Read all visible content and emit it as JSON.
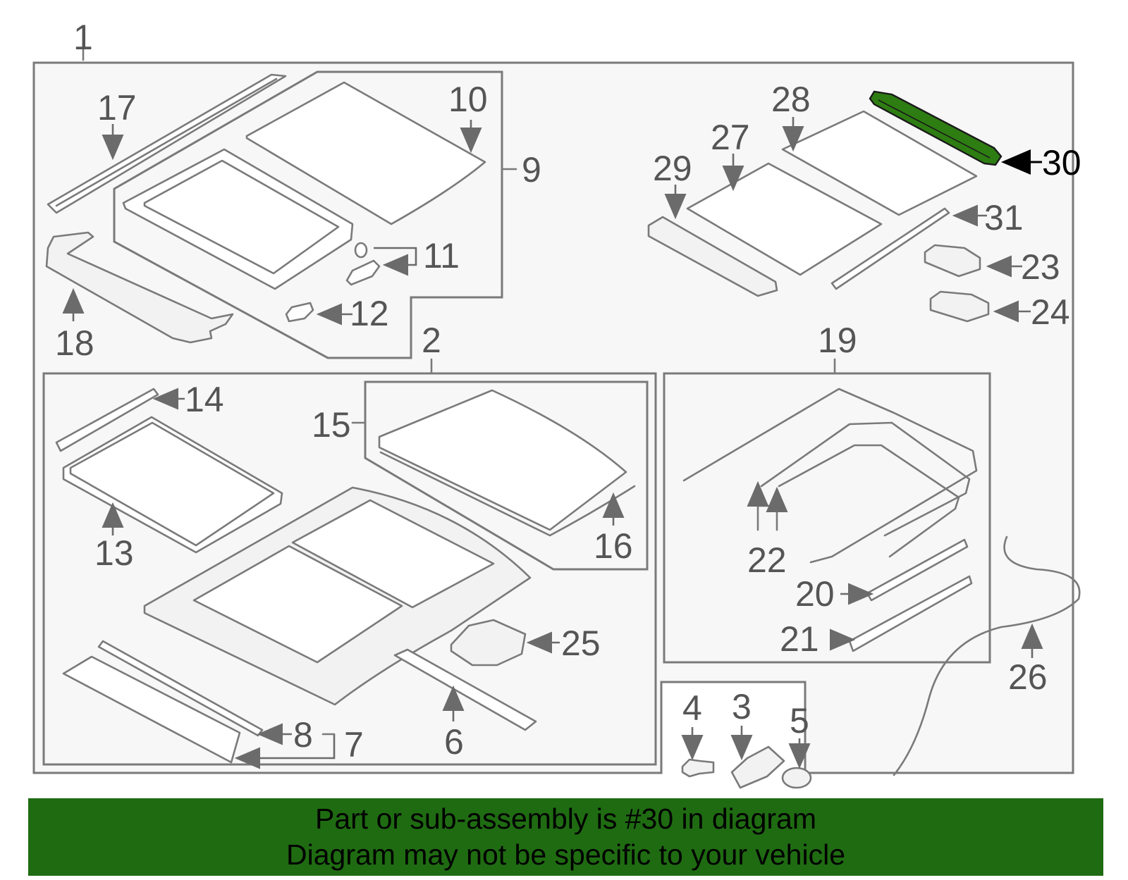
{
  "diagram": {
    "callouts": {
      "c1": "1",
      "c2": "2",
      "c3": "3",
      "c4": "4",
      "c5": "5",
      "c6": "6",
      "c7": "7",
      "c8": "8",
      "c9": "9",
      "c10": "10",
      "c11": "11",
      "c12": "12",
      "c13": "13",
      "c14": "14",
      "c15": "15",
      "c16": "16",
      "c17": "17",
      "c18": "18",
      "c19": "19",
      "c20": "20",
      "c21": "21",
      "c22": "22",
      "c23": "23",
      "c24": "24",
      "c25": "25",
      "c26": "26",
      "c27": "27",
      "c28": "28",
      "c29": "29",
      "c30": "30",
      "c31": "31"
    },
    "highlighted_part": "30",
    "highlight_color": "#2e7d12",
    "line_color": "#7a7a7a"
  },
  "footer": {
    "line1": "Part or sub-assembly is #30 in diagram",
    "line2": "Diagram may not be specific to your vehicle",
    "background": "#1f6b12"
  }
}
